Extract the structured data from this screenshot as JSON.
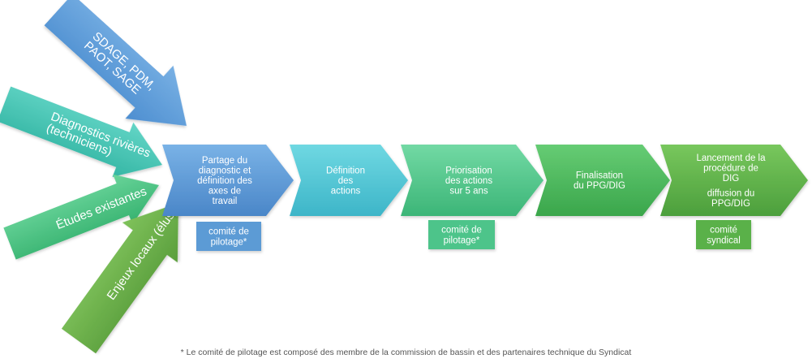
{
  "inputs": [
    {
      "lines": [
        "SDAGE, PDM,",
        "PAOT, SAGE"
      ],
      "color": "#5a9bd5"
    },
    {
      "lines": [
        "Diagnostics rivières",
        "(techniciens)"
      ],
      "color": "#3fc7b7"
    },
    {
      "lines": [
        "Études existantes"
      ],
      "color": "#4cc283"
    },
    {
      "lines": [
        "Enjeux locaux (élus)"
      ],
      "color": "#6ab04c"
    }
  ],
  "steps": [
    {
      "lines": [
        "Partage du",
        "diagnostic et",
        "définition des",
        "axes de",
        "travail"
      ],
      "color": "#5b9bd5"
    },
    {
      "lines": [
        "Définition",
        "des",
        "actions"
      ],
      "color": "#4bc6d6"
    },
    {
      "lines": [
        "Priorisation",
        "des actions",
        "sur 5 ans"
      ],
      "color": "#4ec48a"
    },
    {
      "lines": [
        "Finalisation",
        "du PPG/DIG"
      ],
      "color": "#47b95c"
    },
    {
      "lines": [
        "Lancement de la",
        "procédure de",
        "DIG",
        "diffusion du",
        "PPG/DIG"
      ],
      "color": "#5ab14a"
    }
  ],
  "committees": [
    {
      "lines": [
        "comité de",
        "pilotage*"
      ],
      "color": "#5b9bd5"
    },
    {
      "lines": [
        "comité de",
        "pilotage*"
      ],
      "color": "#4ec48a"
    },
    {
      "lines": [
        "comité",
        "syndical"
      ],
      "color": "#5ab14a"
    }
  ],
  "footnote": "* Le comité de pilotage est composé des membre de la commission de bassin et des partenaires technique du Syndicat"
}
